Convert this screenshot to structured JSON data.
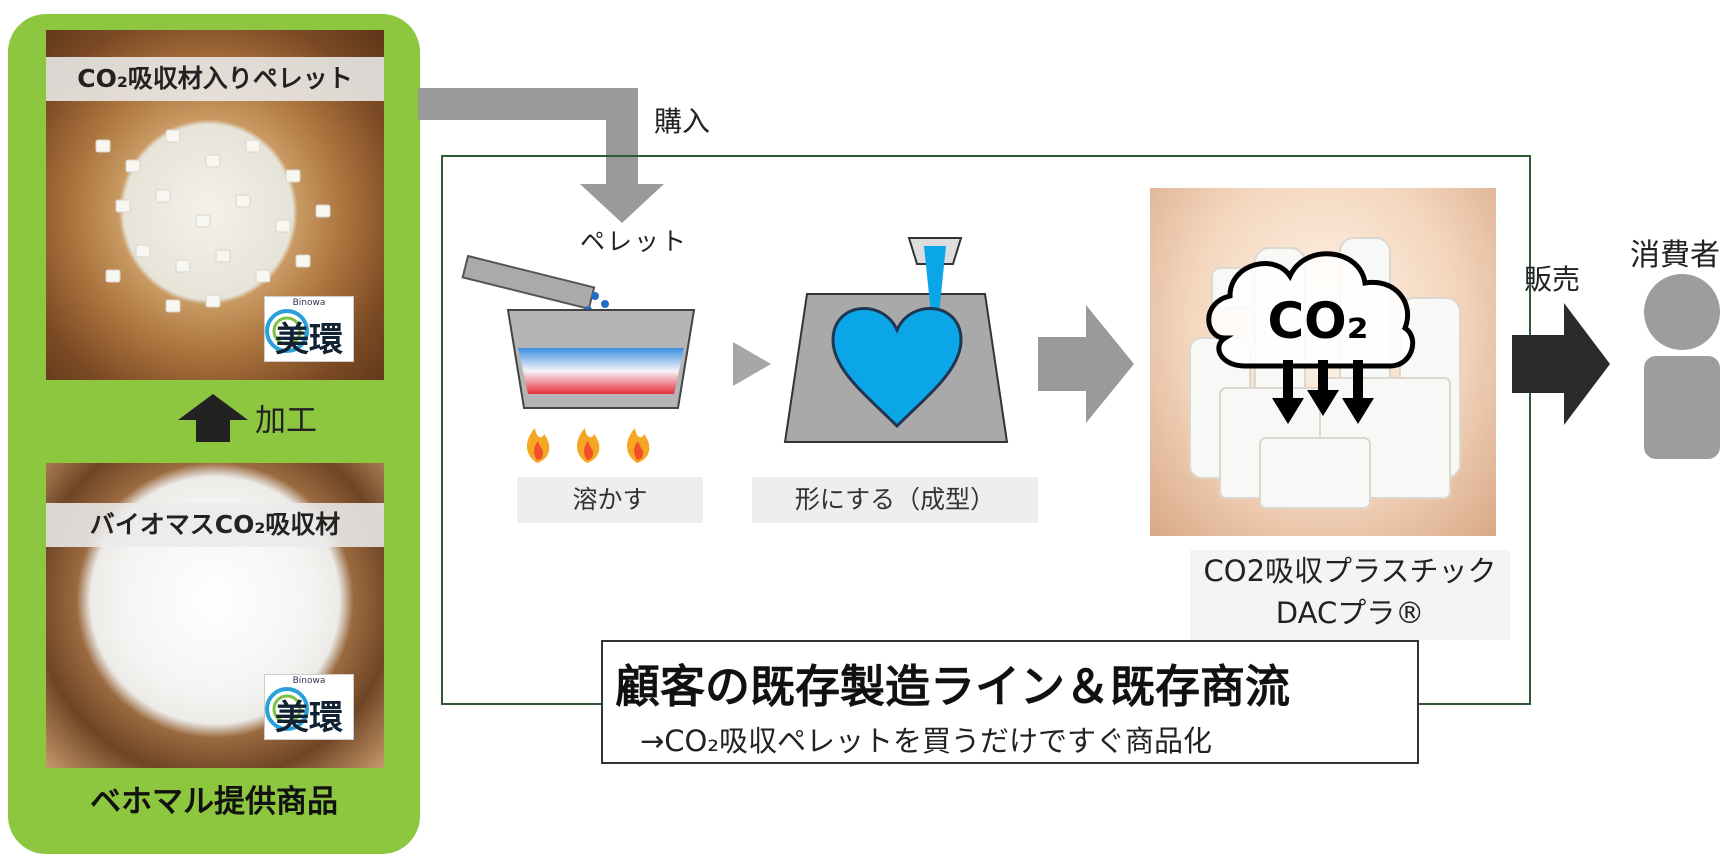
{
  "panel": {
    "pellet_photo_label": "CO₂吸収材入りペレット",
    "powder_photo_label": "バイオマスCO₂吸収材",
    "process_label": "加工",
    "caption": "ベホマル提供商品",
    "logo_text": "美環",
    "logo_subtext": "Binowa"
  },
  "flow": {
    "purchase_label": "購入",
    "pellet_label": "ペレット",
    "step_melt": "溶かす",
    "step_mold": "形にする（成型）",
    "product_caption_line1": "CO2吸収プラスチック",
    "product_caption_line2": "DACプラ®",
    "product_badge": "CO₂",
    "sale_label": "販売",
    "consumer_label": "消費者"
  },
  "callout": {
    "title": "顧客の既存製造ライン＆既存商流",
    "subtitle": "→CO₂吸収ペレットを買うだけですぐ商品化"
  },
  "colors": {
    "panel_green": "#8dc63f",
    "line_box_border": "#2f5a36",
    "arrow_gray": "#9a9a9a",
    "arrow_dark": "#2b2b2b",
    "heart_blue": "#0ba6e8",
    "consumer_gray": "#9d9d9d"
  }
}
